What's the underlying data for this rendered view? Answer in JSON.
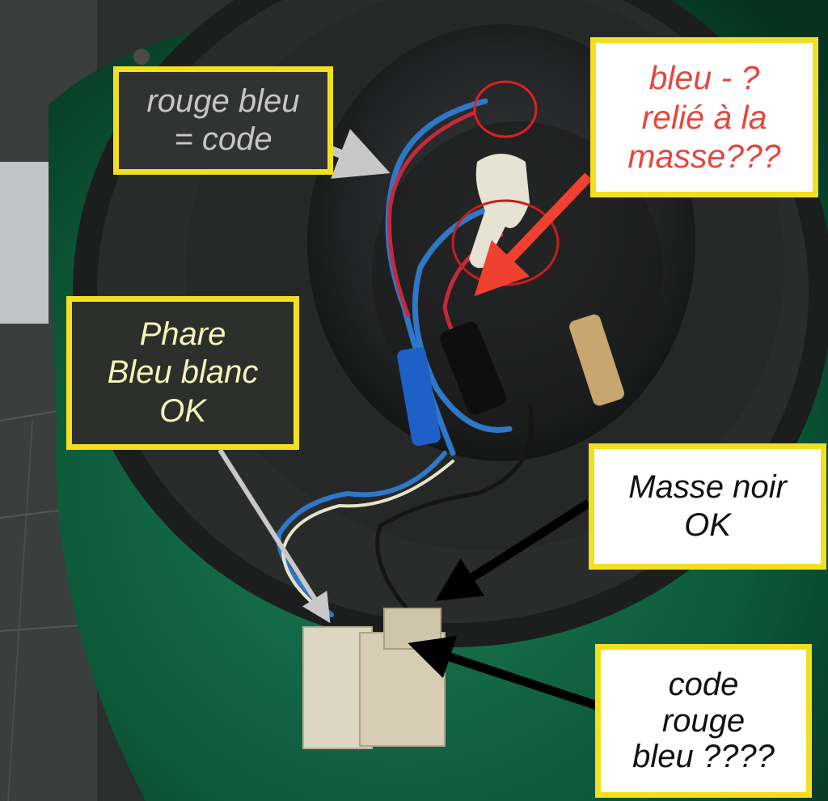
{
  "annotations": {
    "rouge_bleu": "rouge bleu\n= code",
    "bleu_masse": "bleu - ?\nrelié à la\nmasse???",
    "phare": "Phare\nBleu blanc\nOK",
    "masse_noir": "Masse noir\nOK",
    "code_rouge_bleu": "code\nrouge\nbleu ????"
  },
  "colors": {
    "callout_border": "#f2e020",
    "scooter_green": "#0f5a3c",
    "housing_black": "#1f2120",
    "wire_blue": "#2f78c8",
    "wire_red": "#c8283c",
    "arrow_red": "#f04030",
    "arrow_grey": "#c8c8c8",
    "arrow_black": "#000000"
  },
  "icons": {
    "arrows": [
      "grey-arrow-icon",
      "red-arrow-icon",
      "black-arrow-icon"
    ],
    "markers": [
      "red-circle-marker"
    ]
  }
}
